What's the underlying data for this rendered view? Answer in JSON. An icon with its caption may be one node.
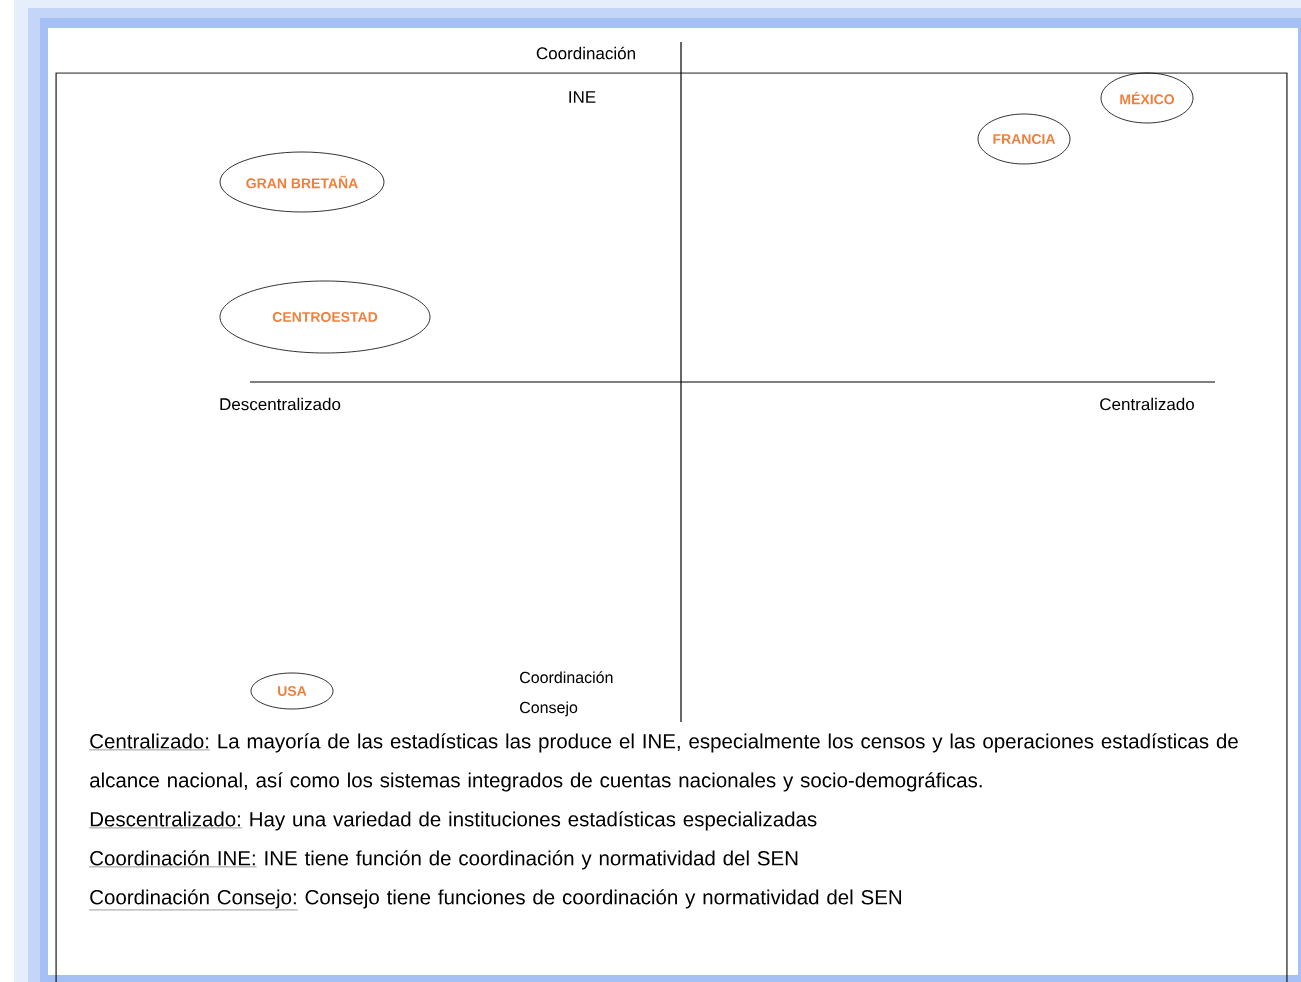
{
  "diagram": {
    "nodes": [
      {
        "text": [
          "MÉXICO"
        ]
      },
      {
        "text": [
          "FRANCIA"
        ]
      },
      {
        "text": [
          "GRAN BRETAÑA"
        ]
      },
      {
        "text": [
          "CENTROESTAD"
        ]
      },
      {
        "text": [
          "USA"
        ]
      }
    ],
    "labels": [
      "Coordinación",
      "INE",
      "Descentralizado",
      "Centralizado",
      "Coordinación Consejo",
      "Centralizado:",
      "La mayoría de las estadísticas las produce el INE, especialmente los censos y las operaciones estadísticas de alcance nacional, así como los sistemas integrados de cuentas nacionales y socio-demográficas.",
      "Descentralizado:",
      "Hay una variedad de instituciones estadísticas especializadas",
      "Coordinación INE:",
      "INE tiene función de coordinación y normatividad del SEN",
      "Coordinación Consejo:",
      "Consejo tiene funciones de coordinación y normatividad del SEN"
    ]
  }
}
